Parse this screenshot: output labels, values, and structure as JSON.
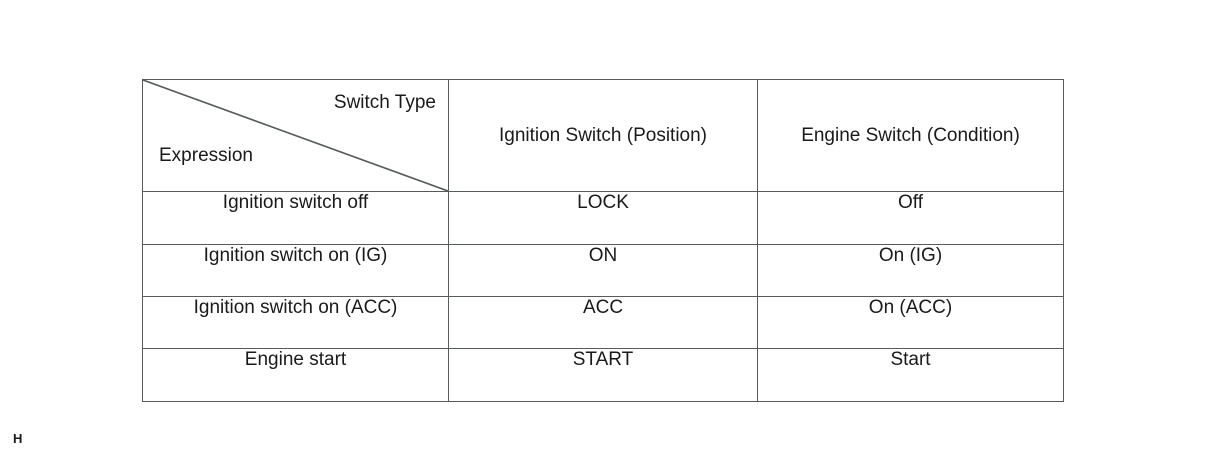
{
  "table": {
    "corner": {
      "top_label": "Switch Type",
      "bottom_label": "Expression",
      "diagonal": "diagonal-divider-line"
    },
    "columns": [
      "Ignition Switch (Position)",
      "Engine Switch (Condition)"
    ],
    "rows": [
      {
        "expression": "Ignition switch off",
        "ignition_switch_position": "LOCK",
        "engine_switch_condition": "Off"
      },
      {
        "expression": "Ignition switch on (IG)",
        "ignition_switch_position": "ON",
        "engine_switch_condition": "On (IG)"
      },
      {
        "expression": "Ignition switch on (ACC)",
        "ignition_switch_position": "ACC",
        "engine_switch_condition": "On (ACC)"
      },
      {
        "expression": "Engine start",
        "ignition_switch_position": "START",
        "engine_switch_condition": "Start"
      }
    ]
  },
  "page_mark": "H",
  "colors": {
    "border": "#555a5e",
    "text": "#1a1a1a",
    "background": "#ffffff"
  }
}
